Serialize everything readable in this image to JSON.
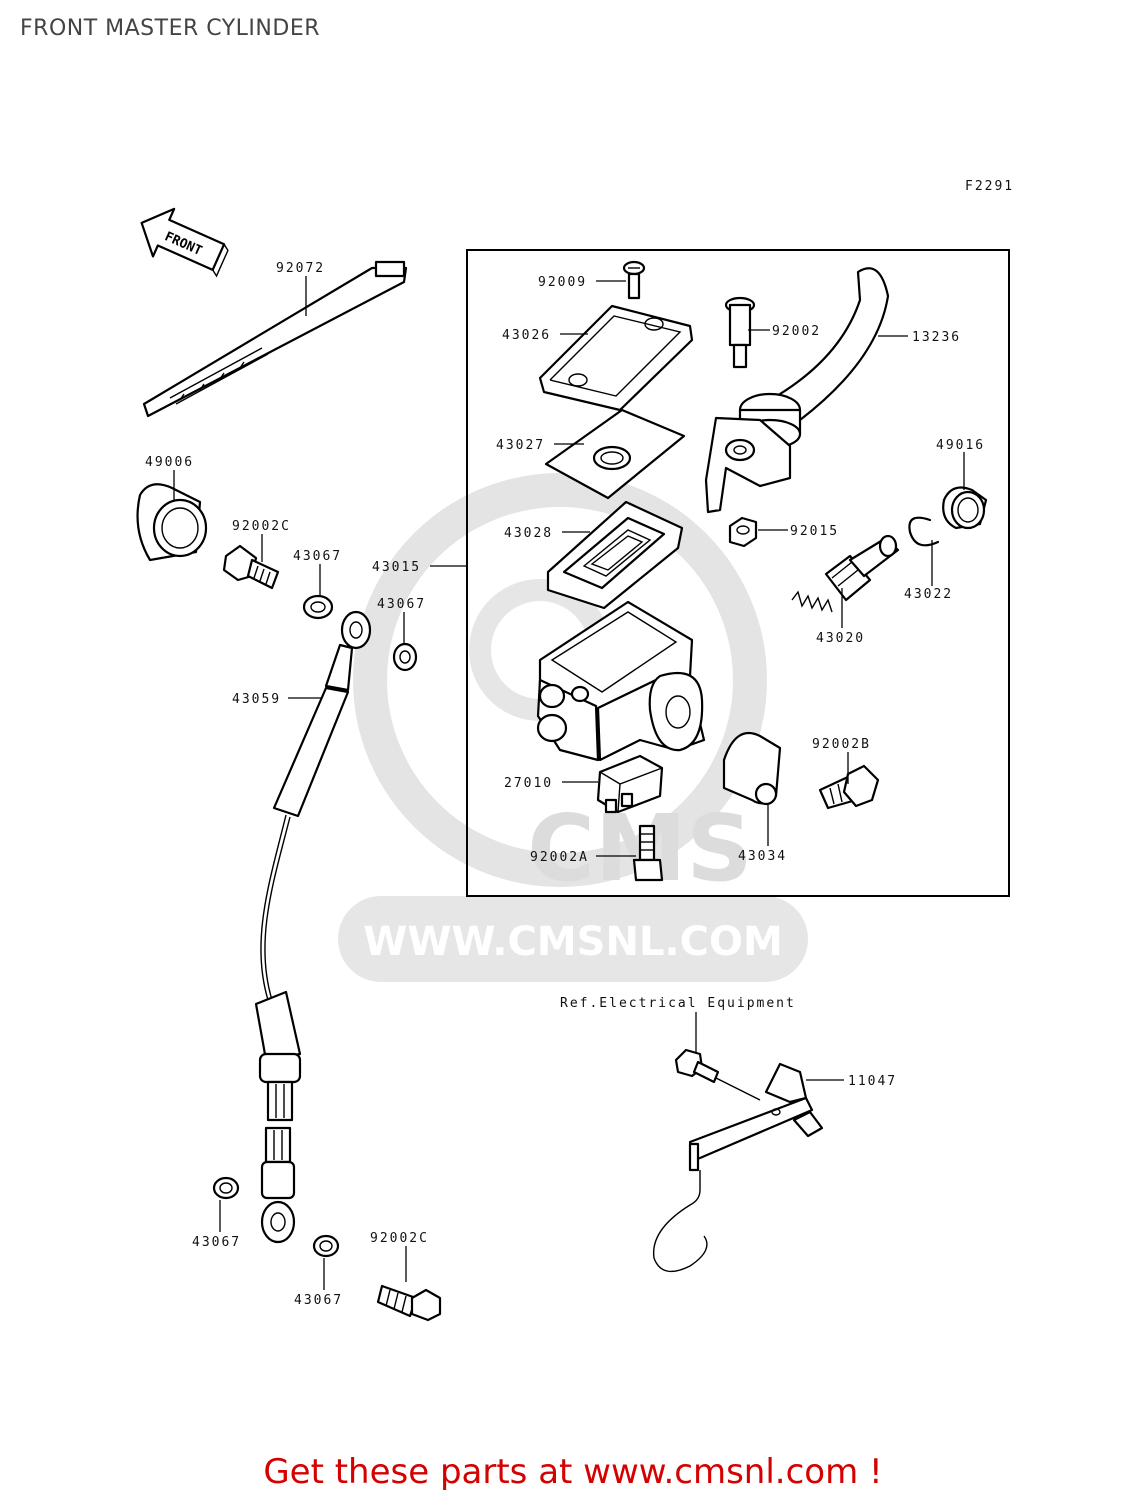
{
  "page": {
    "title": "FRONT MASTER CYLINDER",
    "promo": "Get these parts at www.cmsnl.com !"
  },
  "diagram": {
    "code": "F2291",
    "arrow_label": "FRONT",
    "watermark": {
      "logo": "CMS",
      "url": "WWW.CMSNL.COM"
    },
    "reference": "Ref.Electrical Equipment",
    "parts": [
      {
        "id": "p-92072",
        "number": "92072"
      },
      {
        "id": "p-49006",
        "number": "49006"
      },
      {
        "id": "p-92002c-top",
        "number": "92002C"
      },
      {
        "id": "p-43067-a",
        "number": "43067"
      },
      {
        "id": "p-43067-b",
        "number": "43067"
      },
      {
        "id": "p-43015",
        "number": "43015"
      },
      {
        "id": "p-43059",
        "number": "43059"
      },
      {
        "id": "p-92009",
        "number": "92009"
      },
      {
        "id": "p-43026",
        "number": "43026"
      },
      {
        "id": "p-92002",
        "number": "92002"
      },
      {
        "id": "p-13236",
        "number": "13236"
      },
      {
        "id": "p-43027",
        "number": "43027"
      },
      {
        "id": "p-49016",
        "number": "49016"
      },
      {
        "id": "p-43028",
        "number": "43028"
      },
      {
        "id": "p-92015",
        "number": "92015"
      },
      {
        "id": "p-43022",
        "number": "43022"
      },
      {
        "id": "p-43020",
        "number": "43020"
      },
      {
        "id": "p-92002b",
        "number": "92002B"
      },
      {
        "id": "p-27010",
        "number": "27010"
      },
      {
        "id": "p-43034",
        "number": "43034"
      },
      {
        "id": "p-92002a",
        "number": "92002A"
      },
      {
        "id": "p-11047",
        "number": "11047"
      },
      {
        "id": "p-43067-c",
        "number": "43067"
      },
      {
        "id": "p-92002c-bottom",
        "number": "92002C"
      },
      {
        "id": "p-43067-d",
        "number": "43067"
      }
    ]
  }
}
